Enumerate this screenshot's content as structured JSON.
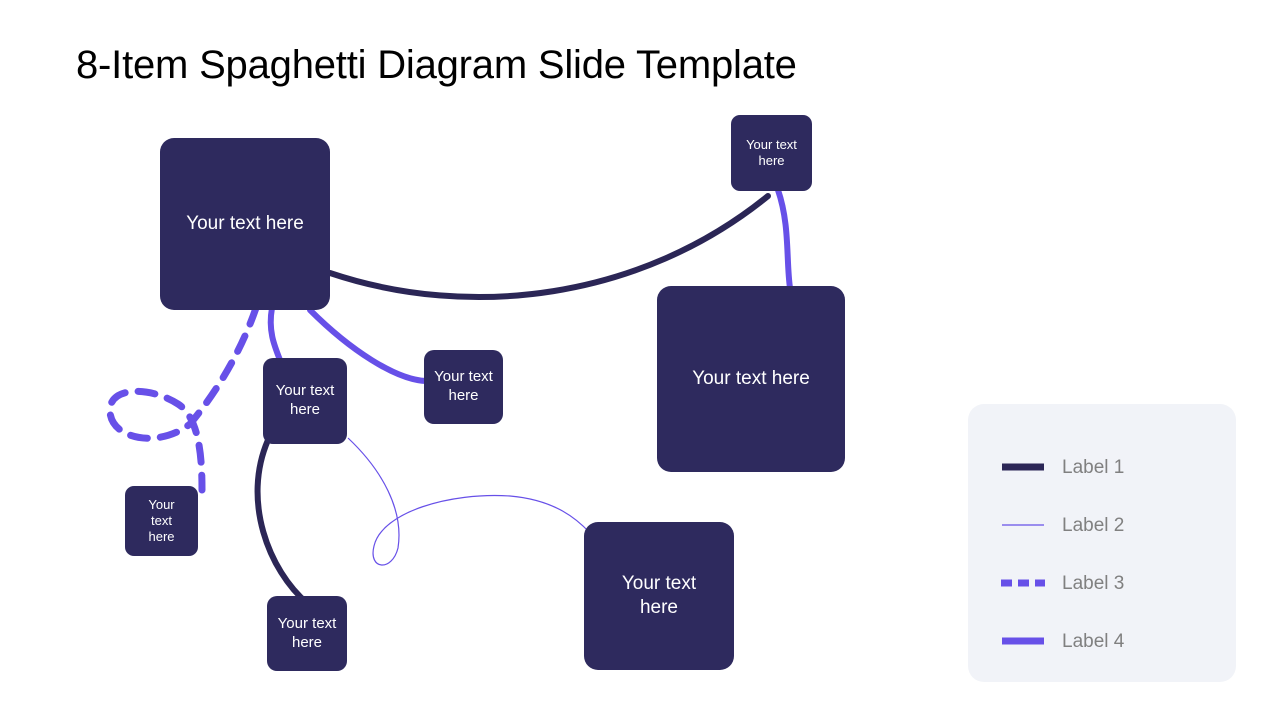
{
  "slide": {
    "title": "8-Item Spaghetti Diagram Slide Template",
    "background_color": "#ffffff"
  },
  "theme": {
    "node_fill": "#2e2a5e",
    "node_text": "#ffffff",
    "line_dark": "#2b2656",
    "line_purple": "#6750e8",
    "line_thin": "#6750e8",
    "legend_bg": "#f1f3f8",
    "legend_text": "#808080",
    "title_color": "#000000"
  },
  "nodes": [
    {
      "id": "node-1",
      "name": "node-top-left-large",
      "text": "Your text here"
    },
    {
      "id": "node-2",
      "name": "node-top-right-small",
      "text": "Your text\nhere"
    },
    {
      "id": "node-3",
      "name": "node-right-large",
      "text": "Your text here"
    },
    {
      "id": "node-4",
      "name": "node-center-left-medium",
      "text": "Your text\nhere"
    },
    {
      "id": "node-5",
      "name": "node-center-medium",
      "text": "Your text\nhere"
    },
    {
      "id": "node-6",
      "name": "node-left-small",
      "text": "Your\ntext\nhere"
    },
    {
      "id": "node-7",
      "name": "node-bottom-left-medium",
      "text": "Your text\nhere"
    },
    {
      "id": "node-8",
      "name": "node-bottom-right-large",
      "text": "Your text\nhere"
    }
  ],
  "legend": {
    "items": [
      {
        "label": "Label 1",
        "style": "thick-solid",
        "color": "#2b2656"
      },
      {
        "label": "Label 2",
        "style": "thin-solid",
        "color": "#6750e8"
      },
      {
        "label": "Label 3",
        "style": "thick-dashed",
        "color": "#6750e8"
      },
      {
        "label": "Label 4",
        "style": "thick-solid",
        "color": "#6750e8"
      }
    ]
  }
}
